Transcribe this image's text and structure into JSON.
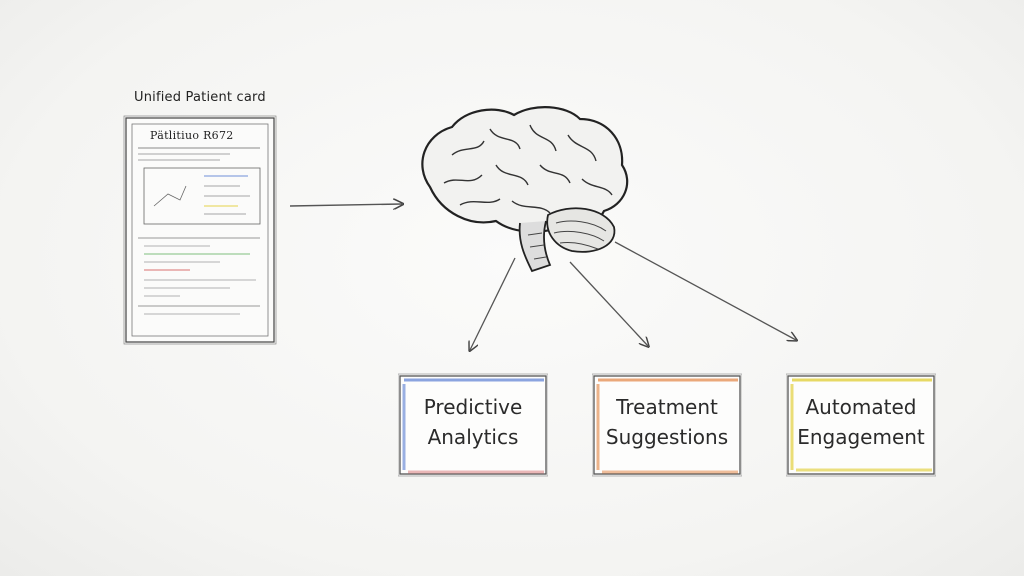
{
  "patient_card": {
    "title": "Unified Patient card",
    "heading": "Pätlitiuo R672"
  },
  "outputs": [
    {
      "line1": "Predictive",
      "line2": "Analytics",
      "accent": "#6f8fd8"
    },
    {
      "line1": "Treatment",
      "line2": "Suggestions",
      "accent": "#e6945a"
    },
    {
      "line1": "Automated",
      "line2": "Engagement",
      "accent": "#e4d34a"
    }
  ],
  "icons": {
    "brain": "brain-icon",
    "arrow": "arrow-icon"
  }
}
